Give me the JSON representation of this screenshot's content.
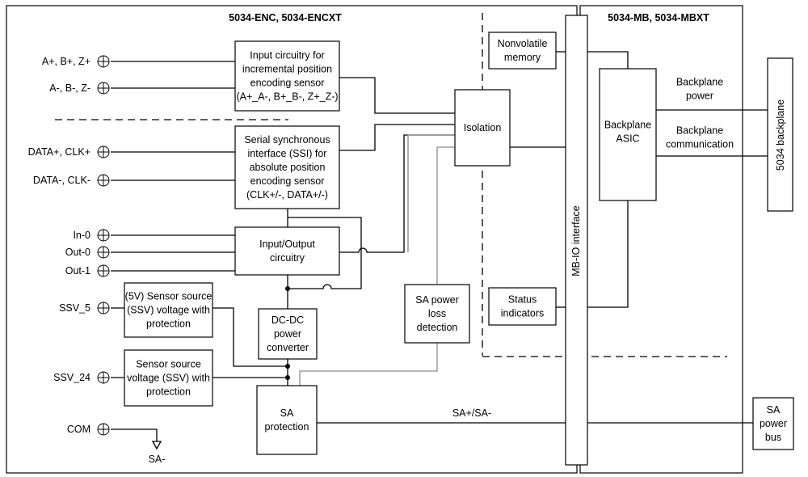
{
  "titles": {
    "left_module": "5034-ENC, 5034-ENCXT",
    "right_module": "5034-MB, 5034-MBXT"
  },
  "terminals": [
    "A+, B+, Z+",
    "A-, B-, Z-",
    "DATA+, CLK+",
    "DATA-, CLK-",
    "In-0",
    "Out-0",
    "Out-1",
    "SSV_5",
    "SSV_24",
    "COM"
  ],
  "blocks": {
    "incremental": [
      "Input circuitry for",
      "incremental position",
      "encoding sensor",
      "(A+_A-, B+_B-, Z+_Z-)"
    ],
    "ssi": [
      "Serial synchronous",
      "interface (SSI) for",
      "absolute position",
      "encoding sensor",
      "(CLK+/-, DATA+/-)"
    ],
    "io": [
      "Input/Output",
      "circuitry"
    ],
    "sensor5v": [
      "(5V) Sensor source",
      "(SSV) voltage with",
      "protection"
    ],
    "dcdc": [
      "DC-DC",
      "power",
      "converter"
    ],
    "sensor24": [
      "Sensor source",
      "voltage (SSV) with",
      "protection"
    ],
    "sa_protection": [
      "SA",
      "protection"
    ],
    "isolation": [
      "Isolation"
    ],
    "sa_power_loss": [
      "SA power",
      "loss",
      "detection"
    ],
    "nonvolatile": [
      "Nonvolatile",
      "memory"
    ],
    "status": [
      "Status",
      "indicators"
    ],
    "asic": [
      "Backplane",
      "ASIC"
    ],
    "mbio": "MB-IO interface",
    "backplane": "5034 backplane",
    "sa_bus": [
      "SA",
      "power",
      "bus"
    ]
  },
  "labels": {
    "sa_minus": "SA-",
    "sa_line": "SA+/SA-",
    "bp_power": [
      "Backplane",
      "power"
    ],
    "bp_comm": [
      "Backplane",
      "communication"
    ]
  }
}
